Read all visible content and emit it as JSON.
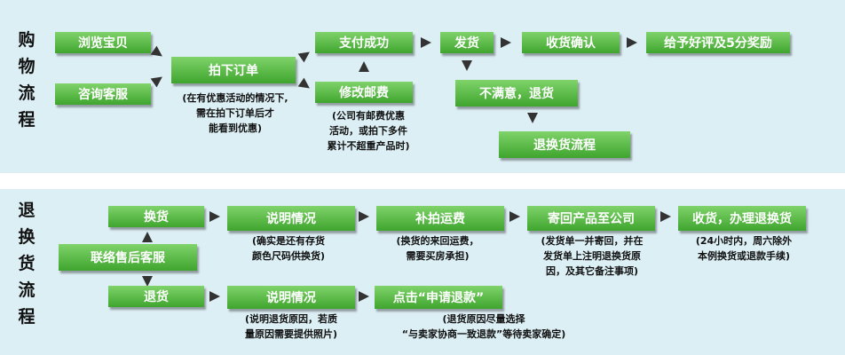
{
  "purchase": {
    "side_label": [
      "购",
      "物",
      "流",
      "程"
    ],
    "browse": "浏览宝贝",
    "consult": "咨询客服",
    "order": "拍下订单",
    "order_note": [
      "(在有优惠活动的情况下,",
      "需在拍下订单后才",
      "能看到优惠)"
    ],
    "pay": "支付成功",
    "modify": "修改邮费",
    "modify_note": [
      "(公司有邮费优惠",
      "活动，或拍下多件",
      "累计不超重产品时)"
    ],
    "ship": "发货",
    "confirm": "收货确认",
    "review": "给予好评及5分奖励",
    "unsatisfied": "不满意，退货",
    "return_flow": "退换货流程"
  },
  "returns": {
    "side_label": [
      "退",
      "换",
      "货",
      "流",
      "程"
    ],
    "contact": "联络售后客服",
    "exchange": "换货",
    "refund": "退货",
    "explain1": "说明情况",
    "explain1_note": [
      "(确实是还有存货",
      "颜色尺码供换货)"
    ],
    "extra_ship": "补拍运费",
    "extra_ship_note": [
      "(换货的来回运费，",
      "需要买房承担)"
    ],
    "send_back": "寄回产品至公司",
    "send_back_note": [
      "(发货单一并寄回，并在",
      "发货单上注明退换货原",
      "因，及其它备注事项)"
    ],
    "receive": "收货，办理退换货",
    "receive_note": [
      "(24小时内，周六除外",
      "本例换货或退款手续)"
    ],
    "explain2": "说明情况",
    "explain2_note": [
      "(说明退货原因，若质",
      "量原因需要提供照片)"
    ],
    "apply": "点击“申请退款”",
    "apply_note": [
      "(退货原因尽量选择",
      "“与卖家协商一致退款”等待卖家确定)"
    ]
  },
  "colors": {
    "box_top": "#7fd36a",
    "box_bottom": "#3fa52e",
    "panel": "#dceff5",
    "arrow": "#333333"
  }
}
